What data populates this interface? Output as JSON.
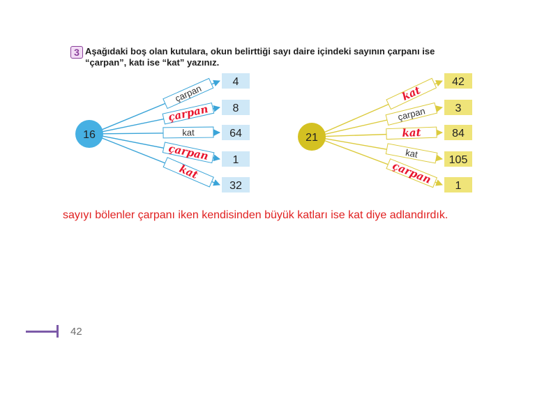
{
  "question": {
    "number": "3",
    "text_line1": "Aşağıdaki boş olan kutulara, okun belirttiği sayı daire içindeki sayının çarpanı ise",
    "text_line2": "“çarpan”, katı ise “kat” yazınız."
  },
  "left_diagram": {
    "center": "16",
    "circle_color": "#46b0e3",
    "box_color": "#cfe8f7",
    "arrow_color": "#3aa4d8",
    "rows": [
      {
        "number": "4",
        "label": "çarpan",
        "handwritten": false
      },
      {
        "number": "8",
        "label": "çarpan",
        "handwritten": true
      },
      {
        "number": "64",
        "label": "kat",
        "handwritten": false
      },
      {
        "number": "1",
        "label": "çarpan",
        "handwritten": true
      },
      {
        "number": "32",
        "label": "kat",
        "handwritten": true
      }
    ]
  },
  "right_diagram": {
    "center": "21",
    "circle_color": "#d4c122",
    "box_color": "#efe479",
    "arrow_color": "#dccb3e",
    "rows": [
      {
        "number": "42",
        "label": "kat",
        "handwritten": true
      },
      {
        "number": "3",
        "label": "çarpan",
        "handwritten": false
      },
      {
        "number": "84",
        "label": "kat",
        "handwritten": true
      },
      {
        "number": "105",
        "label": "kat",
        "handwritten": false
      },
      {
        "number": "1",
        "label": "çarpan",
        "handwritten": true
      }
    ]
  },
  "handwriting_color": "#e8162e",
  "answer_text": "sayıyı bölenler çarpanı iken kendisinden büyük katları ise kat diye adlandırdık.",
  "page_number": "42"
}
